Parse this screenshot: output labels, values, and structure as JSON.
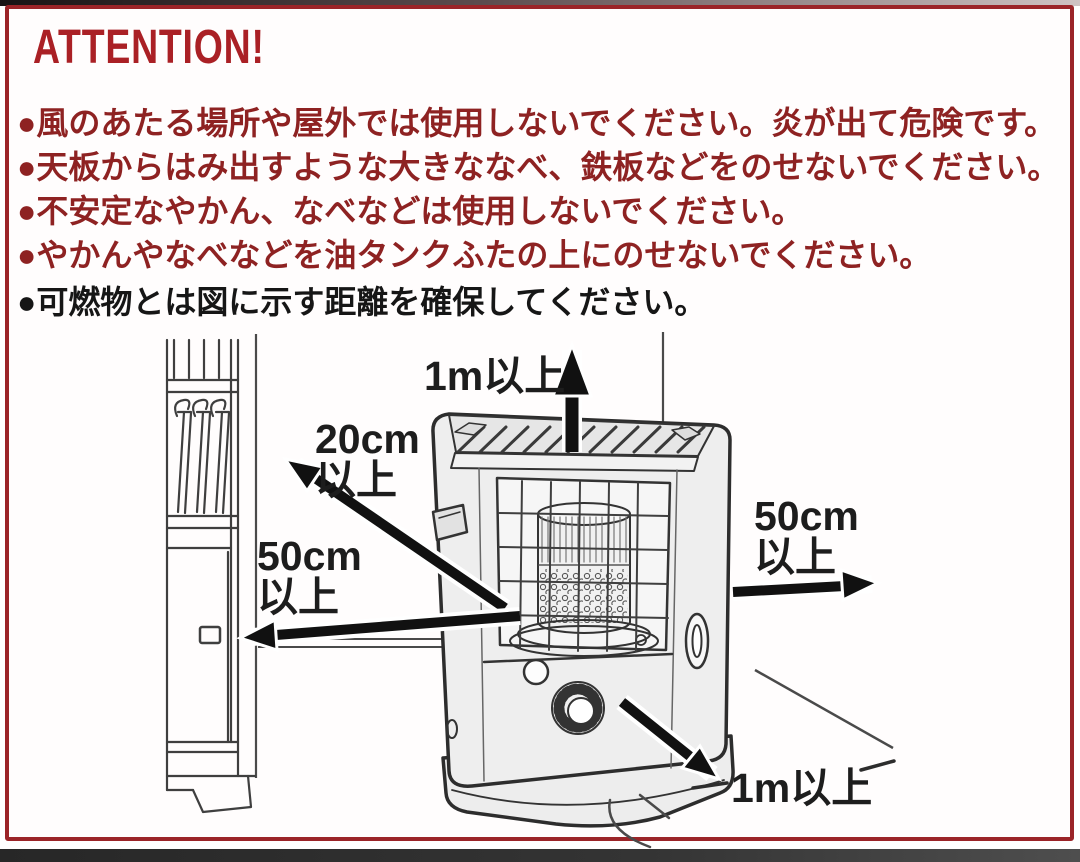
{
  "header": {
    "title": "ATTENTION!"
  },
  "warnings": [
    "●風のあたる場所や屋外では使用しないでください。炎が出て危険です。",
    "●天板からはみ出すような大きななべ、鉄板などをのせないでください。",
    "●不安定なやかん、なべなどは使用しないでください。",
    "●やかんやなべなどを油タンクふたの上にのせないでください。"
  ],
  "note": "●可燃物とは図に示す距離を確保してください。",
  "diagram": {
    "clearances": {
      "top": "1m以上",
      "back_line1": "20cm",
      "back_line2": "以上",
      "left_line1": "50cm",
      "left_line2": "以上",
      "right_line1": "50cm",
      "right_line2": "以上",
      "front": "1m以上"
    }
  },
  "colors": {
    "border": "#9b2428",
    "title": "#aa2025",
    "warning_text": "#8e2222",
    "note_text": "#161616"
  }
}
